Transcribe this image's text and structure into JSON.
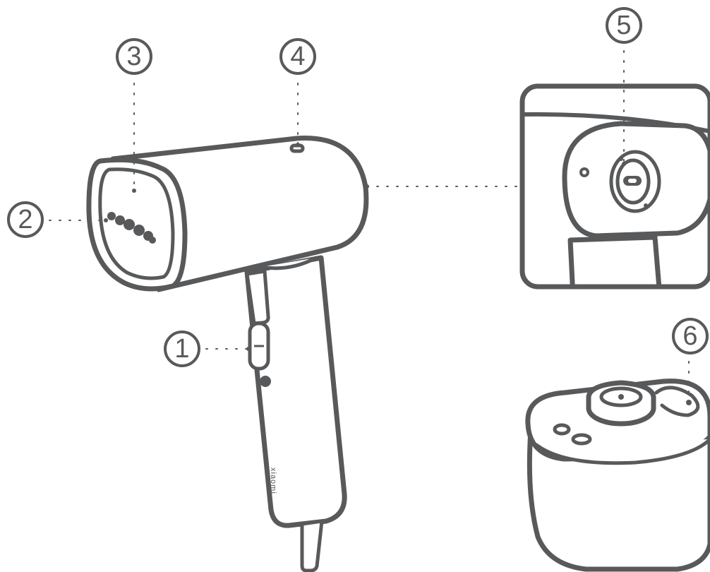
{
  "callouts": [
    {
      "id": "1",
      "label": "1"
    },
    {
      "id": "2",
      "label": "2"
    },
    {
      "id": "3",
      "label": "3"
    },
    {
      "id": "4",
      "label": "4"
    },
    {
      "id": "5",
      "label": "5"
    },
    {
      "id": "6",
      "label": "6"
    }
  ],
  "brand": "xiaomi",
  "colors": {
    "line": "#58595b",
    "background": "#ffffff"
  }
}
